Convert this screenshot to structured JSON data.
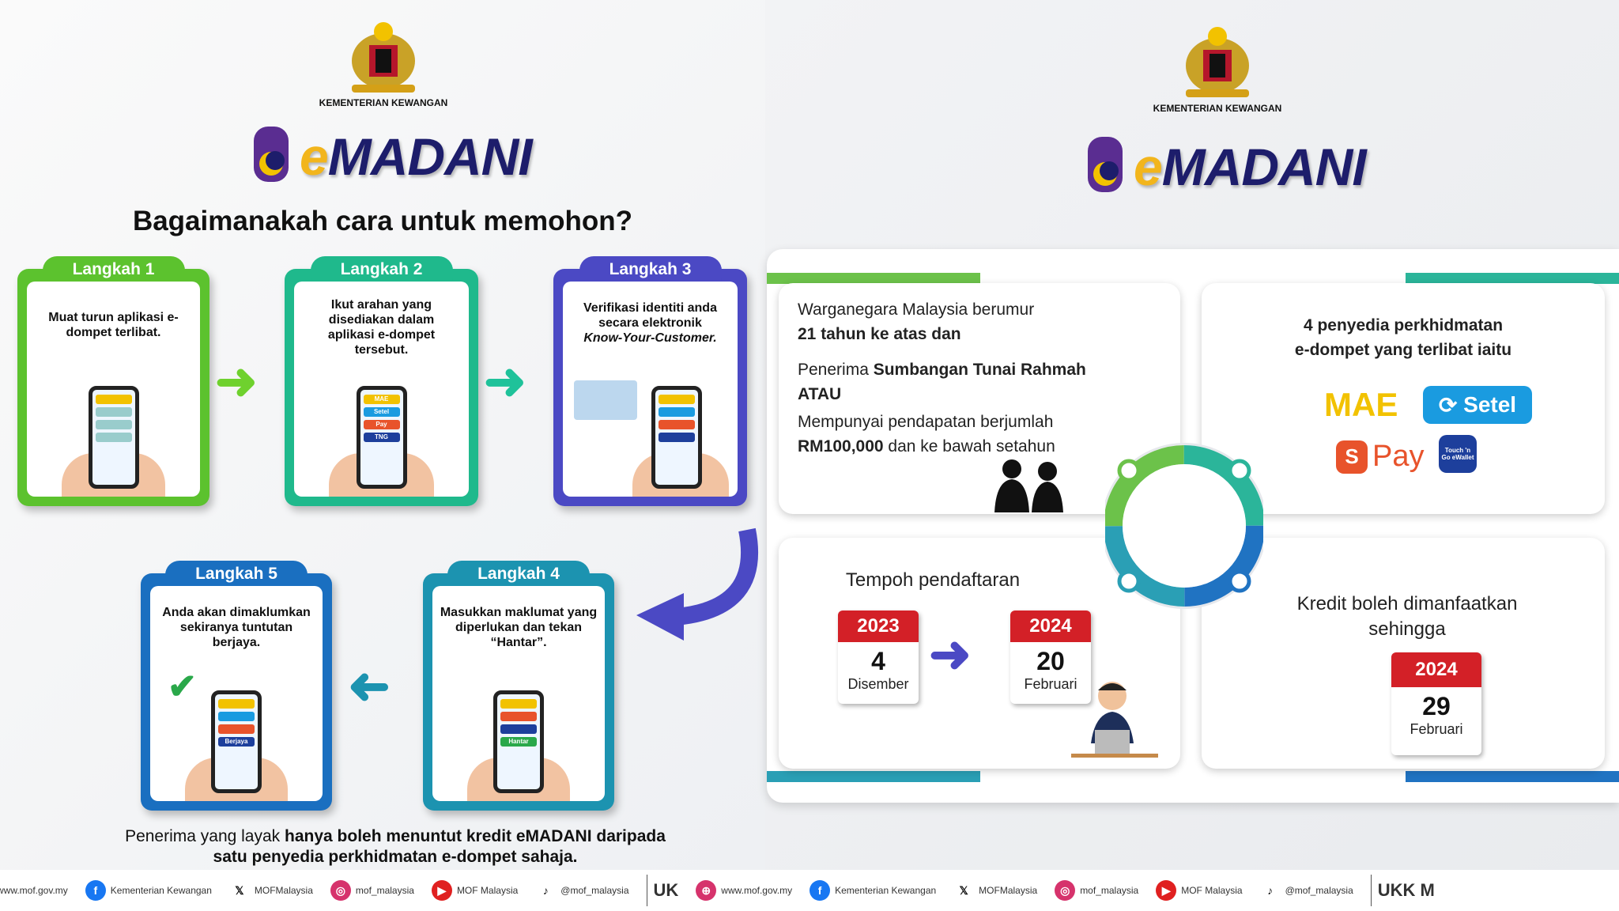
{
  "ministry": "KEMENTERIAN KEWANGAN",
  "brand": {
    "e": "e",
    "rest": "MADANI"
  },
  "left": {
    "title": "Bagaimanakah cara untuk memohon?",
    "steps": [
      {
        "label": "Langkah 1",
        "text": "Muat turun aplikasi e-dompet terlibat.",
        "color": "#5cc22e"
      },
      {
        "label": "Langkah 2",
        "text": "Ikut arahan yang disediakan dalam aplikasi e-dompet tersebut.",
        "color": "#1fb98c"
      },
      {
        "label": "Langkah 3",
        "text": "Verifikasi identiti anda secara elektronik",
        "text_italic": "Know-Your-Customer.",
        "color": "#4b49c4"
      },
      {
        "label": "Langkah 4",
        "text": "Masukkan maklumat yang diperlukan dan tekan “Hantar”.",
        "button": "Hantar",
        "color": "#1c93b0"
      },
      {
        "label": "Langkah 5",
        "text": "Anda akan dimaklumkan sekiranya tuntutan berjaya.",
        "button": "Berjaya",
        "color": "#1a6fc0"
      }
    ],
    "phone_items": [
      "MAE",
      "Setel",
      "Pay",
      "TNG"
    ],
    "note_prefix": "Penerima yang layak ",
    "note_bold": "hanya boleh menuntut kredit eMADANI daripada satu penyedia perkhidmatan e-dompet sahaja."
  },
  "right": {
    "eligibility": {
      "l1": "Warganegara Malaysia berumur",
      "l2": "21 tahun ke atas dan",
      "l3a": "Penerima ",
      "l3b": "Sumbangan Tunai Rahmah",
      "l4": "ATAU",
      "l5": "Mempunyai pendapatan berjumlah",
      "l6a": "RM100,000",
      "l6b": " dan ke bawah setahun"
    },
    "providers": {
      "heading1": "4 penyedia perkhidmatan",
      "heading2": "e-dompet yang terlibat iaitu",
      "items": [
        "MAE",
        "Setel",
        "Pay",
        "Touch 'n Go eWallet"
      ]
    },
    "registration": {
      "title": "Tempoh pendaftaran",
      "from": {
        "year": "2023",
        "day": "4",
        "month": "Disember"
      },
      "to": {
        "year": "2024",
        "day": "20",
        "month": "Februari"
      }
    },
    "credit": {
      "title1": "Kredit boleh dimanfaatkan",
      "title2": "sehingga",
      "year": "2024",
      "day": "29",
      "month": "Februari"
    }
  },
  "footer": {
    "items": [
      {
        "icon": "globe",
        "text": "www.mof.gov.my"
      },
      {
        "icon": "facebook",
        "text": "Kementerian Kewangan"
      },
      {
        "icon": "x",
        "text": "MOFMalaysia"
      },
      {
        "icon": "instagram",
        "text": "mof_malaysia"
      },
      {
        "icon": "youtube",
        "text": "MOF Malaysia"
      },
      {
        "icon": "tiktok",
        "text": "@mof_malaysia"
      }
    ],
    "ukk": "UKK M",
    "uk": "UK"
  }
}
